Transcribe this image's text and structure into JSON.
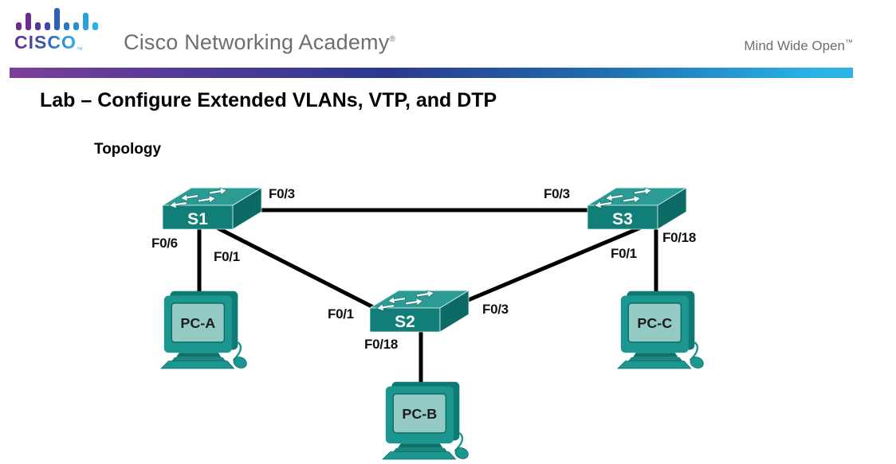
{
  "header": {
    "logo": {
      "brand": "CISCO",
      "brand_tm": "™",
      "icon": "cisco-bridge-bars-icon"
    },
    "academy": {
      "text": "Cisco Networking Academy",
      "reg": "®"
    },
    "tagline": {
      "text": "Mind Wide Open",
      "tm": "™"
    },
    "rule_gradient": [
      "#7d3f98",
      "#2b3990",
      "#2bb3e6"
    ]
  },
  "document": {
    "title": "Lab – Configure Extended VLANs, VTP, and DTP",
    "section_heading": "Topology"
  },
  "topology": {
    "devices": {
      "s1": {
        "label": "S1",
        "type": "switch",
        "icon": "switch-icon"
      },
      "s2": {
        "label": "S2",
        "type": "switch",
        "icon": "switch-icon"
      },
      "s3": {
        "label": "S3",
        "type": "switch",
        "icon": "switch-icon"
      },
      "pc_a": {
        "label": "PC-A",
        "type": "pc",
        "icon": "pc-icon"
      },
      "pc_b": {
        "label": "PC-B",
        "type": "pc",
        "icon": "pc-icon"
      },
      "pc_c": {
        "label": "PC-C",
        "type": "pc",
        "icon": "pc-icon"
      }
    },
    "links": [
      {
        "from": "S1",
        "from_port": "F0/3",
        "to": "S3",
        "to_port": "F0/3"
      },
      {
        "from": "S1",
        "from_port": "F0/1",
        "to": "S2",
        "to_port": "F0/1"
      },
      {
        "from": "S2",
        "from_port": "F0/3",
        "to": "S3",
        "to_port": "F0/1"
      },
      {
        "from": "S1",
        "from_port": "F0/6",
        "to": "PC-A"
      },
      {
        "from": "S2",
        "from_port": "F0/18",
        "to": "PC-B"
      },
      {
        "from": "S3",
        "from_port": "F0/18",
        "to": "PC-C"
      }
    ],
    "port_labels": [
      "F0/3",
      "F0/3",
      "F0/6",
      "F0/1",
      "F0/1",
      "F0/18",
      "F0/1",
      "F0/3",
      "F0/18"
    ],
    "colors": {
      "device_teal_top": "#2b9b94",
      "device_teal_front": "#117e78",
      "device_teal_dark": "#0c6a65",
      "screen": "#93cac3",
      "link": "#000000",
      "label_text": "#1a1a1a"
    }
  }
}
